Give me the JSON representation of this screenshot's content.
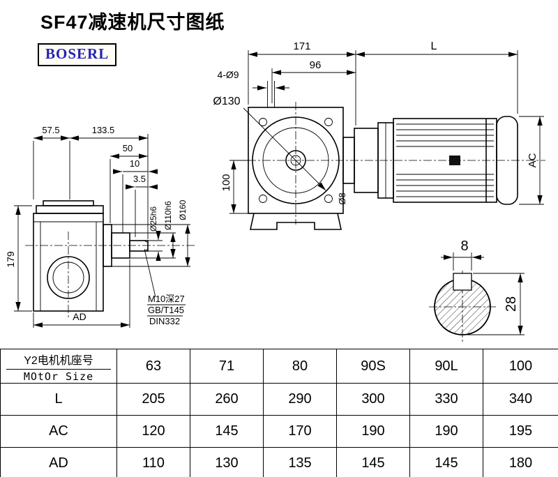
{
  "header": {
    "title": "SF47减速机尺寸图纸",
    "brand": "BOSERL"
  },
  "drawing": {
    "front": {
      "dim_171": "171",
      "dim_96": "96",
      "holes": "4-Ø9",
      "dim_d130": "Ø130",
      "dim_100": "100",
      "dim_d8": "Ø8"
    },
    "motor": {
      "dim_L": "L",
      "dim_AC": "AC"
    },
    "side": {
      "dim_57_5": "57.5",
      "dim_133_5": "133.5",
      "dim_50": "50",
      "dim_10": "10",
      "dim_3_5": "3.5",
      "dim_179": "179",
      "dim_AD": "AD",
      "dim_d25": "Ø25h6",
      "dim_d110": "Ø110h6",
      "dim_d160": "Ø160",
      "note_thread": "M10深27",
      "note_gb": "GB/T145",
      "note_din": "DIN332"
    },
    "section": {
      "dim_8": "8",
      "dim_28": "28"
    }
  },
  "table": {
    "row_header_cn": "Y2电机机座号",
    "row_header_en": "MOtOr Size",
    "sizes": [
      "63",
      "71",
      "80",
      "90S",
      "90L",
      "100"
    ],
    "rows": [
      {
        "label": "L",
        "values": [
          "205",
          "260",
          "290",
          "300",
          "330",
          "340"
        ]
      },
      {
        "label": "AC",
        "values": [
          "120",
          "145",
          "170",
          "190",
          "190",
          "195"
        ]
      },
      {
        "label": "AD",
        "values": [
          "110",
          "130",
          "135",
          "145",
          "145",
          "180"
        ]
      }
    ]
  }
}
